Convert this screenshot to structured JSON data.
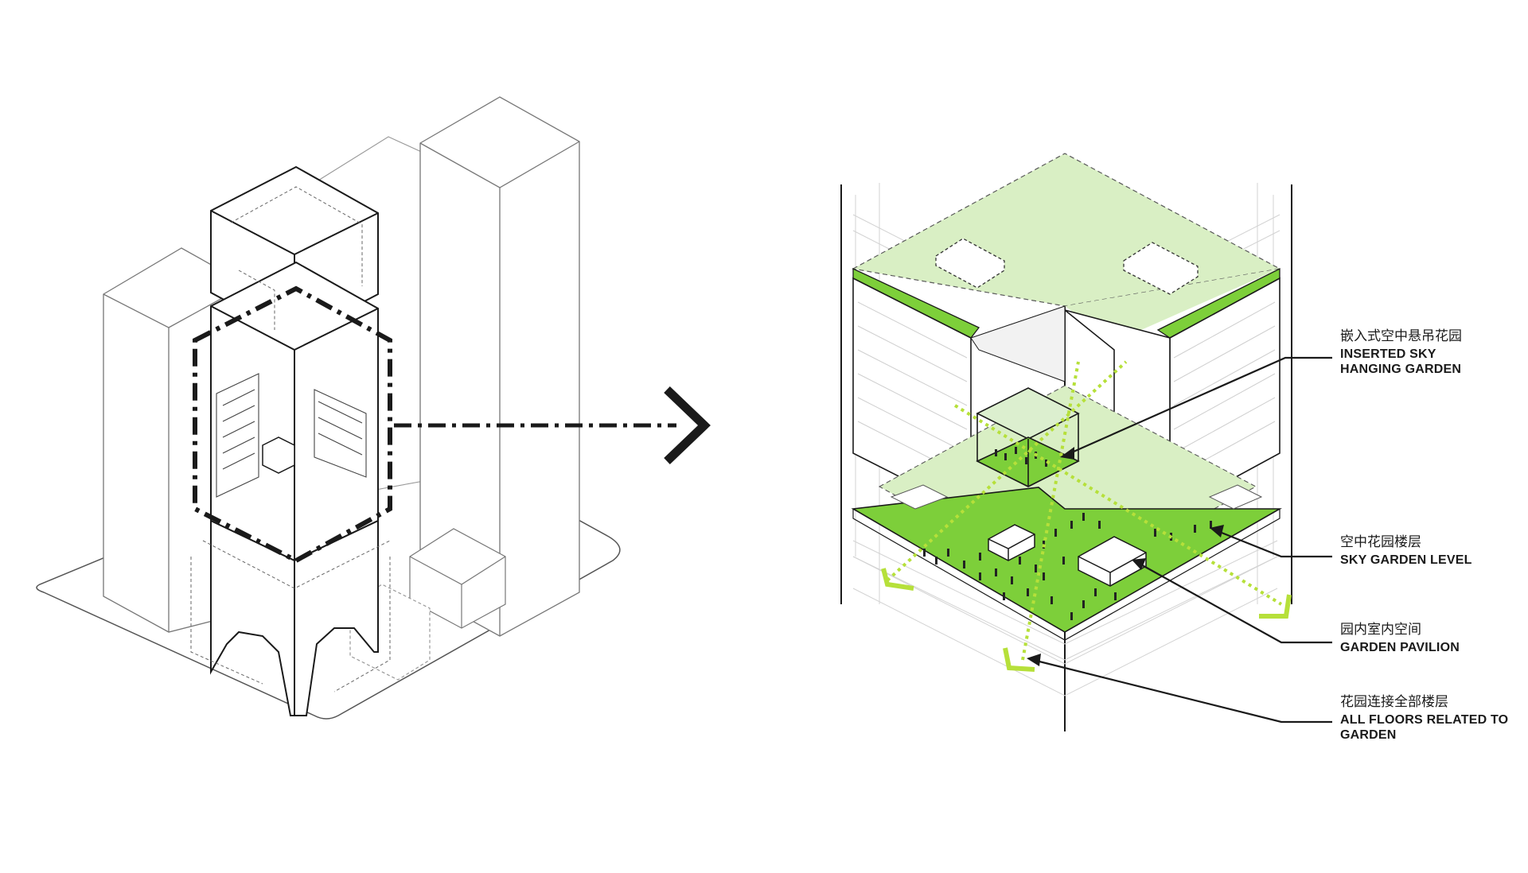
{
  "colors": {
    "ink": "#1a1a1a",
    "thin": "#9a9a9a",
    "garden": "#7dcf3a",
    "garden_light": "#d9efc4",
    "arrow_green": "#b6e03a"
  },
  "labels": [
    {
      "zh": "嵌入式空中悬吊花园",
      "en_1": "INSERTED SKY",
      "en_2": "HANGING GARDEN"
    },
    {
      "zh": "空中花园楼层",
      "en_1": "SKY GARDEN LEVEL",
      "en_2": ""
    },
    {
      "zh": "园内室内空间",
      "en_1": "GARDEN PAVILION",
      "en_2": ""
    },
    {
      "zh": "花园连接全部楼层",
      "en_1": "ALL FLOORS RELATED TO",
      "en_2": "GARDEN"
    }
  ],
  "icons": {
    "transition_arrow": "chevron-right-icon"
  }
}
